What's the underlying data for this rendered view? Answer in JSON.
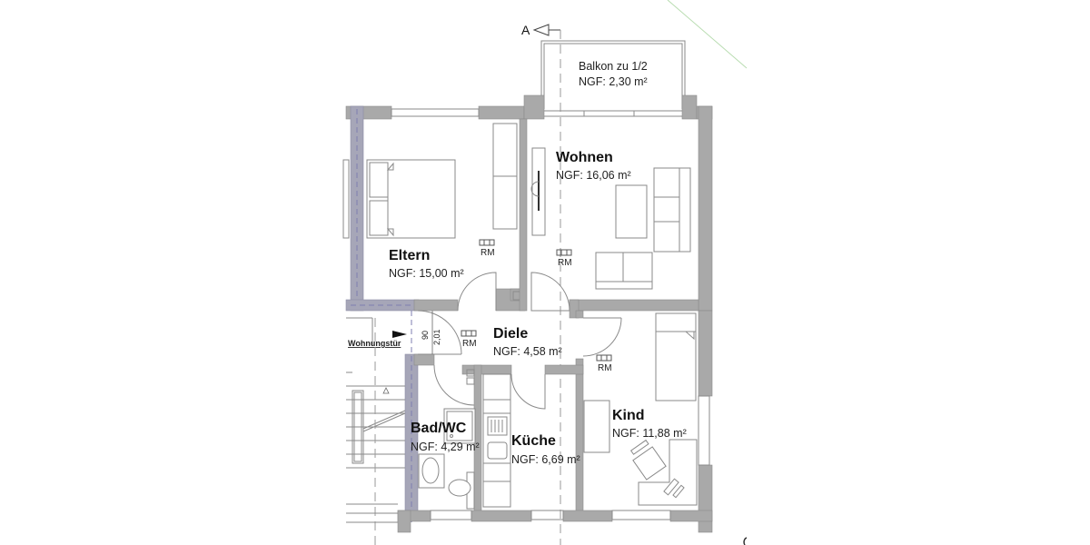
{
  "section_marker": {
    "label": "A"
  },
  "rooms": {
    "balkon": {
      "name": "Balkon zu 1/2",
      "area": "NGF: 2,30 m²"
    },
    "eltern": {
      "name": "Eltern",
      "area": "NGF: 15,00 m²"
    },
    "wohnen": {
      "name": "Wohnen",
      "area": "NGF: 16,06 m²"
    },
    "diele": {
      "name": "Diele",
      "area": "NGF: 4,58 m²"
    },
    "kind": {
      "name": "Kind",
      "area": "NGF: 11,88 m²"
    },
    "bad": {
      "name": "Bad/WC",
      "area": "NGF: 4,29 m²"
    },
    "kueche": {
      "name": "Küche",
      "area": "NGF: 6,69 m²"
    }
  },
  "smoke_detector_label": "RM",
  "smoke_detectors": [
    {
      "room": "eltern",
      "label": "RM"
    },
    {
      "room": "wohnen",
      "label": "RM"
    },
    {
      "room": "diele",
      "label": "RM"
    },
    {
      "room": "kind",
      "label": "RM"
    }
  ],
  "entrance": {
    "label": "Wohnungstür",
    "door_width": "90",
    "door_height": "2,01"
  },
  "colors": {
    "wall": "#a9a9a9",
    "party_wall": "#a6a6b8",
    "lines": "#888888",
    "guide_line": "#b8dcb0"
  }
}
